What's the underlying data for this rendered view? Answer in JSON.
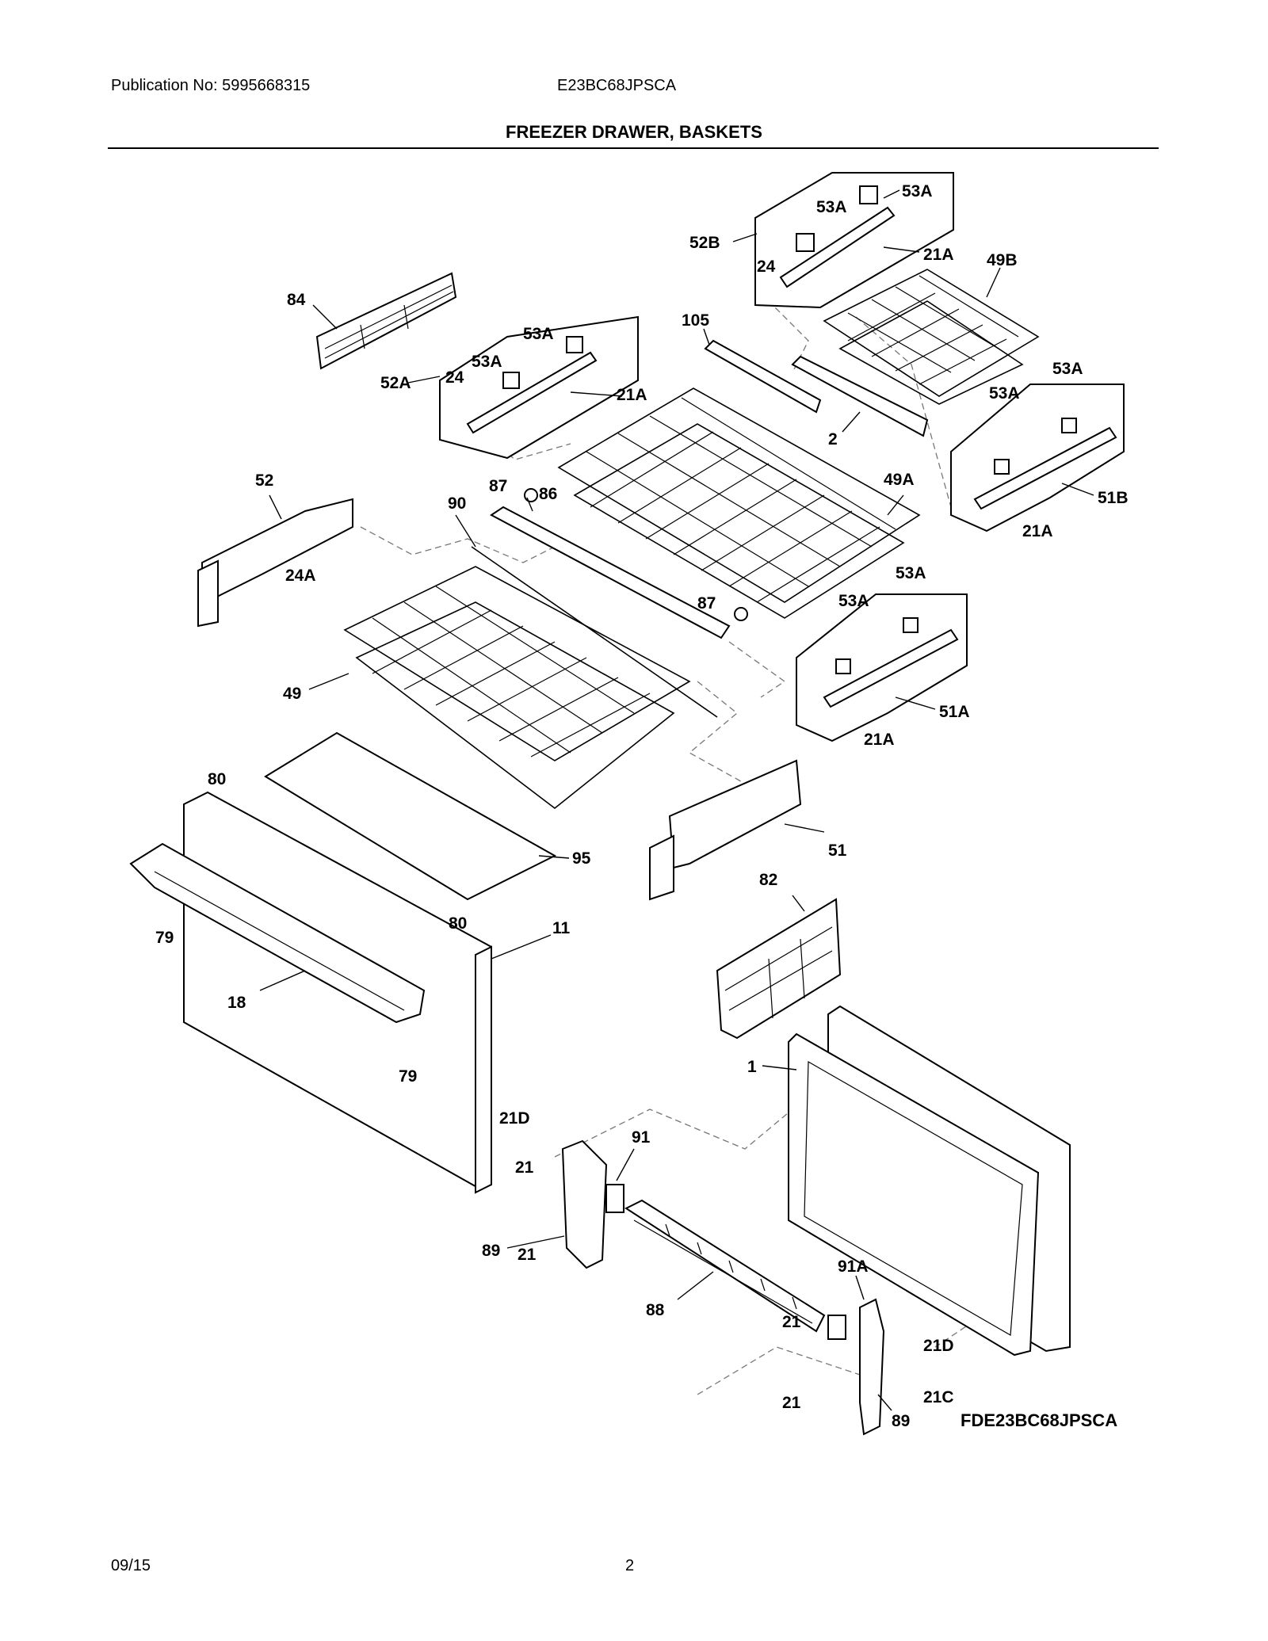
{
  "header": {
    "publication": "Publication No: 5995668315",
    "model": "E23BC68JPSCA",
    "title": "FREEZER DRAWER, BASKETS"
  },
  "diagram": {
    "code": "FDE23BC68JPSCA",
    "callouts": [
      "53A",
      "53A",
      "52B",
      "24",
      "21A",
      "49B",
      "84",
      "105",
      "53A",
      "53A",
      "52A",
      "24",
      "21A",
      "2",
      "53A",
      "53A",
      "52",
      "87",
      "86",
      "90",
      "49A",
      "51B",
      "21A",
      "24A",
      "53A",
      "53A",
      "87",
      "49",
      "51A",
      "21A",
      "80",
      "95",
      "51",
      "82",
      "79",
      "80",
      "11",
      "18",
      "79",
      "1",
      "21D",
      "91",
      "21",
      "89",
      "21",
      "91A",
      "88",
      "21",
      "21D",
      "21C",
      "21",
      "89"
    ]
  },
  "footer": {
    "date": "09/15",
    "page": "2"
  }
}
